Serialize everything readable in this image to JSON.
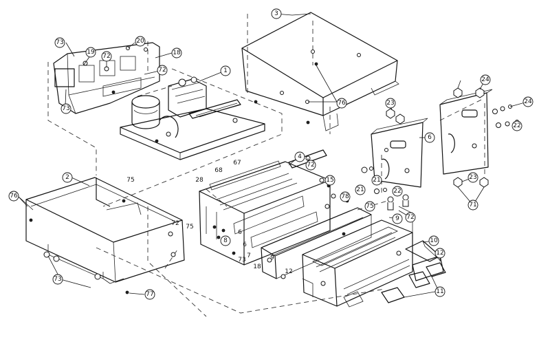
{
  "callouts": [
    {
      "id": "c1",
      "text": "1"
    },
    {
      "id": "c2",
      "text": "2"
    },
    {
      "id": "c3",
      "text": "3"
    },
    {
      "id": "c4",
      "text": "4"
    },
    {
      "id": "c6",
      "text": "6"
    },
    {
      "id": "c8",
      "text": "8"
    },
    {
      "id": "c9",
      "text": "9"
    },
    {
      "id": "c10",
      "text": "10"
    },
    {
      "id": "c11",
      "text": "11"
    },
    {
      "id": "c12",
      "text": "12"
    },
    {
      "id": "c15",
      "text": "15"
    },
    {
      "id": "c18",
      "text": "18"
    },
    {
      "id": "c19",
      "text": "19"
    },
    {
      "id": "c20",
      "text": "20"
    },
    {
      "id": "c21a",
      "text": "21"
    },
    {
      "id": "c21b",
      "text": "21"
    },
    {
      "id": "c22a",
      "text": "22"
    },
    {
      "id": "c22b",
      "text": "22"
    },
    {
      "id": "c23a",
      "text": "23"
    },
    {
      "id": "c23b",
      "text": "23"
    },
    {
      "id": "c24a",
      "text": "24"
    },
    {
      "id": "c24b",
      "text": "24"
    },
    {
      "id": "c71",
      "text": "71"
    },
    {
      "id": "c72a",
      "text": "72"
    },
    {
      "id": "c72b",
      "text": "72"
    },
    {
      "id": "c72c",
      "text": "72"
    },
    {
      "id": "c72d",
      "text": "72"
    },
    {
      "id": "c73a",
      "text": "73"
    },
    {
      "id": "c73b",
      "text": "73"
    },
    {
      "id": "c73c",
      "text": "73"
    },
    {
      "id": "c75",
      "text": "75"
    },
    {
      "id": "c76a",
      "text": "76"
    },
    {
      "id": "c76b",
      "text": "76"
    },
    {
      "id": "c77",
      "text": "77"
    },
    {
      "id": "c78",
      "text": "78"
    }
  ],
  "free_labels": [
    {
      "id": "l75a",
      "text": "75"
    },
    {
      "id": "l75b",
      "text": "75"
    },
    {
      "id": "l72",
      "text": "72"
    },
    {
      "id": "l67",
      "text": "67"
    },
    {
      "id": "l68",
      "text": "68"
    },
    {
      "id": "l28",
      "text": "28"
    },
    {
      "id": "l6a",
      "text": "6"
    },
    {
      "id": "l6b",
      "text": "6"
    },
    {
      "id": "l7",
      "text": "7"
    },
    {
      "id": "l9",
      "text": "9"
    },
    {
      "id": "l12",
      "text": "12"
    },
    {
      "id": "l18",
      "text": "18"
    },
    {
      "id": "l73",
      "text": "73"
    }
  ]
}
